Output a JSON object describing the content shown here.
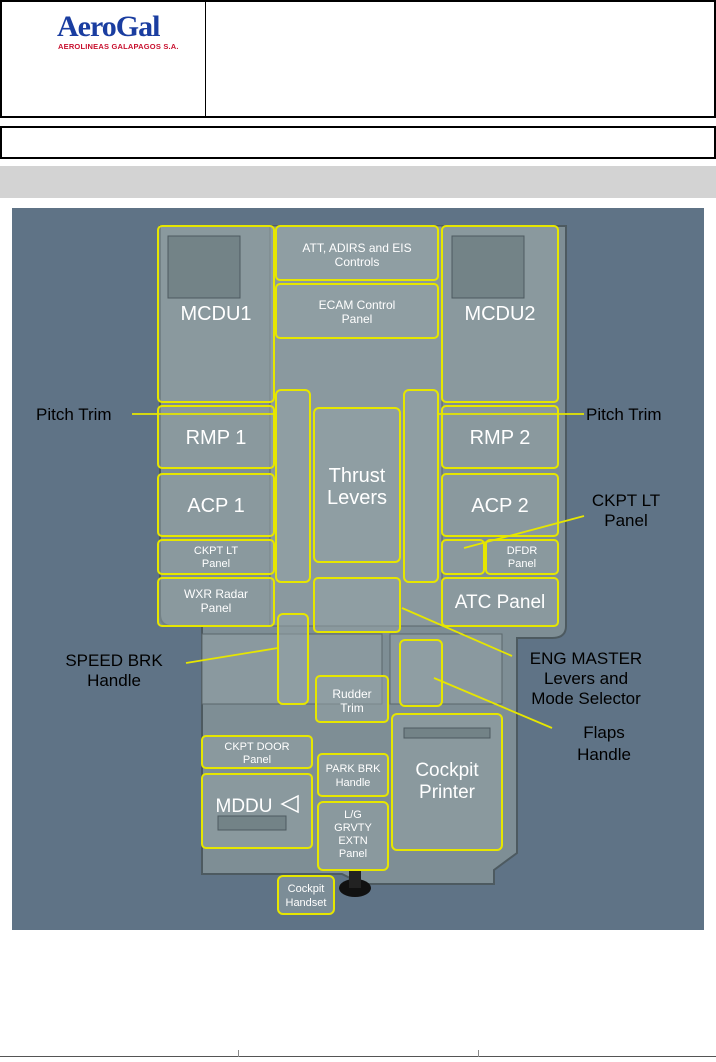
{
  "header": {
    "logo_name": "AeroGal",
    "logo_subtitle": "AEROLINEAS GALAPAGOS S.A."
  },
  "figure": {
    "labels": {
      "att_adirs": [
        "ATT, ADIRS and EIS",
        "Controls"
      ],
      "ecam": [
        "ECAM Control",
        "Panel"
      ],
      "mcdu1": "MCDU1",
      "mcdu2": "MCDU2",
      "pitch_trim_left": "Pitch Trim",
      "pitch_trim_right": "Pitch Trim",
      "rmp1": "RMP 1",
      "rmp2": "RMP 2",
      "thrust": [
        "Thrust",
        "Levers"
      ],
      "acp1": "ACP 1",
      "acp2": "ACP 2",
      "ckpt_lt_right": [
        "CKPT LT",
        "Panel"
      ],
      "ckpt_lt_left": [
        "CKPT LT",
        "Panel"
      ],
      "dfdr": [
        "DFDR",
        "Panel"
      ],
      "wxr": [
        "WXR Radar",
        "Panel"
      ],
      "atc": "ATC Panel",
      "speed_brk": [
        "SPEED BRK",
        "Handle"
      ],
      "eng_master": [
        "ENG MASTER",
        "Levers and",
        "Mode Selector"
      ],
      "rudder": [
        "Rudder",
        "Trim"
      ],
      "flaps": [
        "Flaps",
        "Handle"
      ],
      "ckpt_door": [
        "CKPT DOOR",
        "Panel"
      ],
      "park_brk": [
        "PARK BRK",
        "Handle"
      ],
      "cockpit_printer": [
        "Cockpit",
        "Printer"
      ],
      "mddu": "MDDU",
      "lg_grvty": [
        "L/G",
        "GRVTY",
        "EXTN",
        "Panel"
      ],
      "cockpit_handset": [
        "Cockpit",
        "Handset"
      ]
    },
    "colors": {
      "background": "#5f7386",
      "console": "#7e8e95",
      "panel_fill": "#93a3a6",
      "outline": "#e6e600",
      "label": "#ffffff",
      "callout_text": "#000000"
    }
  }
}
